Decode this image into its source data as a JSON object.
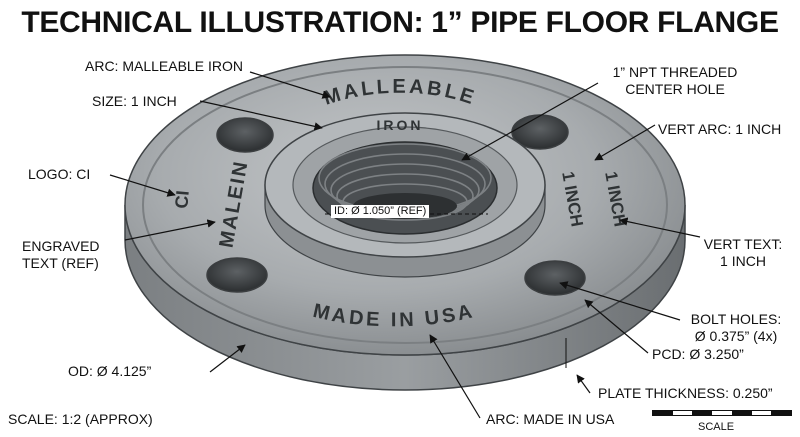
{
  "title": "TECHNICAL ILLUSTRATION: 1” PIPE FLOOR FLANGE",
  "labels": {
    "arc_malleable": "ARC: MALLEABLE IRON",
    "size": "SIZE: 1 INCH",
    "logo": "LOGO: CI",
    "engraved_1": "ENGRAVED",
    "engraved_2": "TEXT (REF)",
    "od": "OD: Ø 4.125”",
    "scale_text": "SCALE: 1:2 (APPROX)",
    "npt_1": "1” NPT THREADED",
    "npt_2": "CENTER HOLE",
    "vert_arc": "VERT ARC: 1 INCH",
    "vert_text_1": "VERT TEXT:",
    "vert_text_2": "1 INCH",
    "bolt_holes_1": "BOLT HOLES:",
    "bolt_holes_2": "Ø 0.375” (4x)",
    "pcd": "PCD: Ø 3.250”",
    "plate_thickness": "PLATE THICKNESS: 0.250”",
    "arc_made": "ARC: MADE IN USA",
    "id_ref": "ID: Ø 1.050” (REF)",
    "scale_bar": "SCALE"
  },
  "engraving": {
    "malleable": "MALLEABLE",
    "iron": "IRON",
    "made_in_usa": "MADE IN USA",
    "malein": "MALEIN",
    "ci": "CI",
    "one_inch_a": "1 INCH",
    "one_inch_b": "1 INCH"
  },
  "colors": {
    "metal_top": "#a9adb0",
    "metal_dark": "#6e7276",
    "edge": "#3f4346",
    "ink": "#111111"
  }
}
